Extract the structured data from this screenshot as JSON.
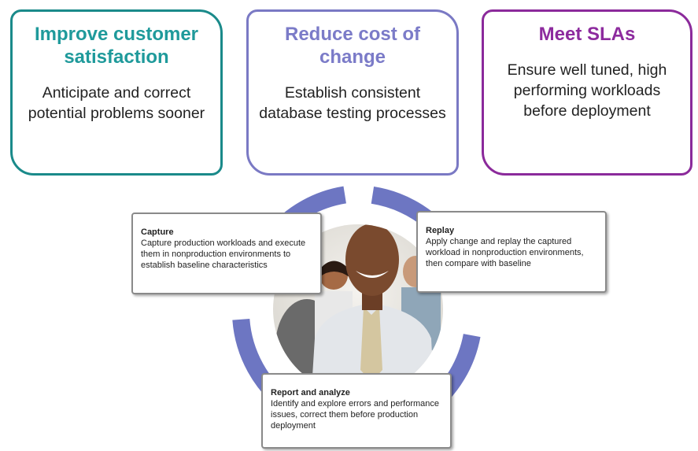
{
  "cards": [
    {
      "title": "Improve customer satisfaction",
      "description": "Anticipate and correct potential problems sooner",
      "color": "#1f9a9b"
    },
    {
      "title": "Reduce cost of change",
      "description": "Establish consistent database testing processes",
      "color": "#7b7bc8"
    },
    {
      "title": "Meet SLAs",
      "description": "Ensure well tuned, high performing workloads before deployment",
      "color": "#8d2b9e"
    }
  ],
  "cycle": {
    "ring_color": "#6d76c2",
    "steps": [
      {
        "title": "Capture",
        "description": "Capture production workloads and execute them in nonproduction environments to establish baseline characteristics"
      },
      {
        "title": "Replay",
        "description": "Apply change and replay the captured workload in nonproduction environments, then compare with baseline"
      },
      {
        "title": "Report and analyze",
        "description": "Identify and explore errors and performance issues, correct them before production deployment"
      }
    ]
  }
}
